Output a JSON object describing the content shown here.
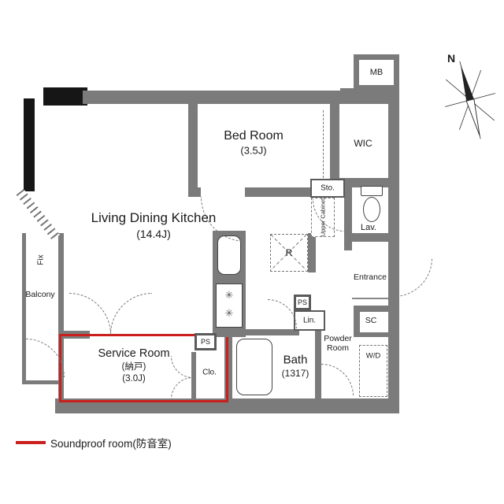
{
  "colors": {
    "wall_gray": "#7b7b7b",
    "wall_black": "#161616",
    "soundproof_red": "#c9201d"
  },
  "compass": {
    "north_label": "N"
  },
  "legend": {
    "soundproof_label": "Soundproof room(防音室)"
  },
  "rooms": {
    "bedroom": {
      "name": "Bed Room",
      "size": "(3.5J)"
    },
    "wic": {
      "name": "WIC"
    },
    "meter_box": {
      "name": "MB"
    },
    "ldk": {
      "name": "Living Dining Kitchen",
      "size": "(14.4J)"
    },
    "storage": {
      "name": "Sto."
    },
    "upper_cabinet": {
      "name": "Upper Cabinet"
    },
    "lavatory": {
      "name": "Lav."
    },
    "refrigerator": {
      "name": "R"
    },
    "entrance": {
      "name": "Entrance"
    },
    "fix_window": {
      "name": "Fix"
    },
    "balcony": {
      "name": "Balcony"
    },
    "service_room": {
      "name": "Service Room",
      "alt": "(納戸)",
      "size": "(3.0J)"
    },
    "pipe_space_1": {
      "name": "PS"
    },
    "pipe_space_2": {
      "name": "PS"
    },
    "linen": {
      "name": "Lin."
    },
    "closet": {
      "name": "Clo."
    },
    "bath": {
      "name": "Bath",
      "size": "(1317)"
    },
    "powder_room": {
      "name": "Powder Room"
    },
    "shoe_closet": {
      "name": "SC"
    },
    "washer_dryer": {
      "name": "W/D"
    }
  }
}
